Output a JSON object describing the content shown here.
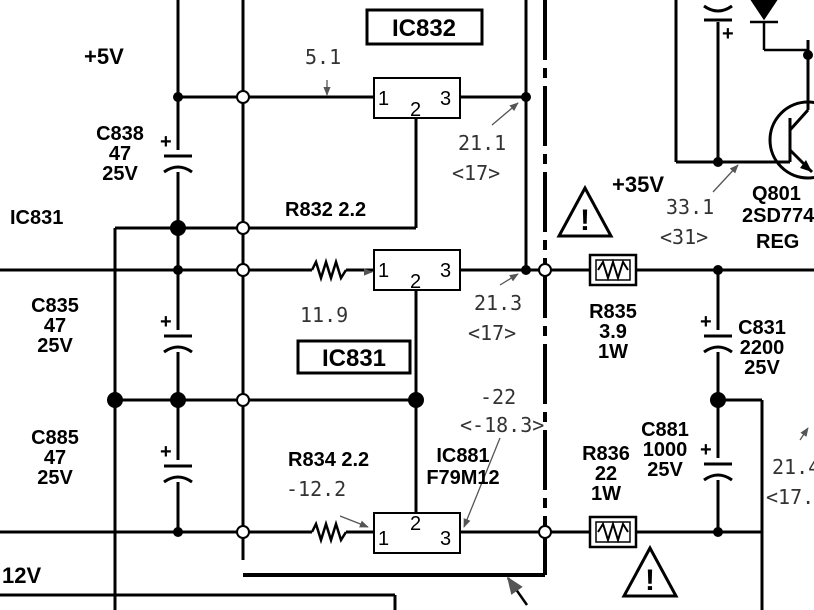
{
  "colors": {
    "ink": "#000000",
    "paper": "#ffffff",
    "voltage_text": "#333333"
  },
  "ic_labels": {
    "ic832": "IC832",
    "ic831": "IC831"
  },
  "rail_labels": {
    "plus5v": "+5V",
    "plus35v": "+35V",
    "minus12v": "12V",
    "ic831_left": "IC831"
  },
  "pins": {
    "p1": "1",
    "p2": "2",
    "p3": "3"
  },
  "capacitors": {
    "c838": {
      "name": "C838",
      "value": "47",
      "voltage": "25V"
    },
    "c835": {
      "name": "C835",
      "value": "47",
      "voltage": "25V"
    },
    "c885": {
      "name": "C885",
      "value": "47",
      "voltage": "25V"
    },
    "c831": {
      "name": "C831",
      "value": "2200",
      "voltage": "25V"
    },
    "c881": {
      "name": "C881",
      "value": "1000",
      "voltage": "25V"
    }
  },
  "resistors": {
    "r832": "R832 2.2",
    "r834": "R834 2.2",
    "r835": {
      "name": "R835",
      "value": "3.9",
      "power": "1W"
    },
    "r836": {
      "name": "R836",
      "value": "22",
      "power": "1W"
    }
  },
  "ic881": {
    "name": "IC881",
    "part": "F79M12"
  },
  "transistor": {
    "name": "Q801",
    "part": "2SD774",
    "function": "REG"
  },
  "voltages": {
    "v_5_1": "5.1",
    "v_21_1": "21.1",
    "v_21_1_alt": "<17>",
    "v_21_3": "21.3",
    "v_21_3_alt": "<17>",
    "v_11_9": "11.9",
    "v_33_1": "33.1",
    "v_33_1_alt": "<31>",
    "v_neg22": "-22",
    "v_neg22_alt": "<-18.3>",
    "v_neg12_2": "-12.2",
    "v_21_4": "21.4",
    "v_21_4_alt": "<17."
  }
}
